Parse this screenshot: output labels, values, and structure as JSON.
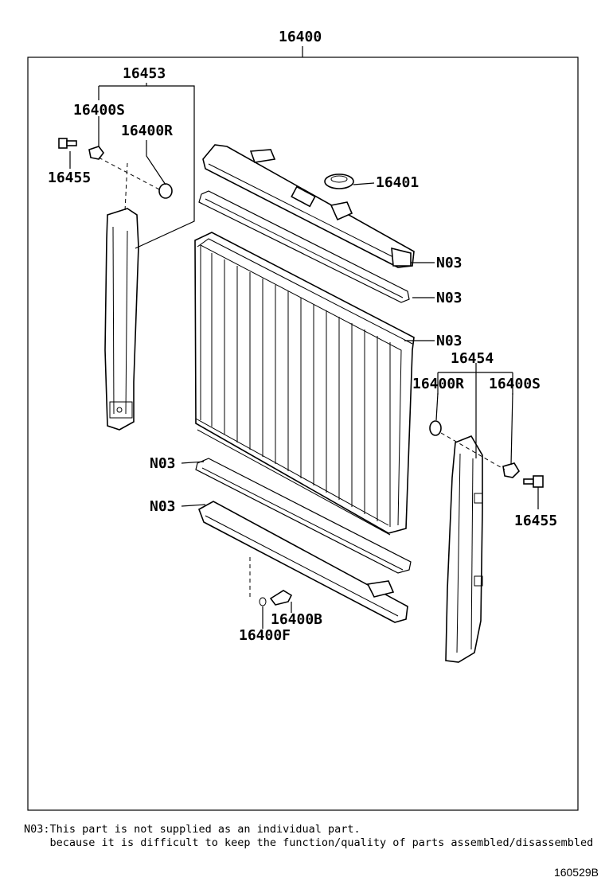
{
  "callouts": {
    "assembly": "16400",
    "left_bracket_set": "16453",
    "left_stopper": "16400S",
    "left_cushion": "16400R",
    "left_bolt": "16455",
    "cap": "16401",
    "n03_upper_tank": "N03",
    "n03_upper_gasket": "N03",
    "n03_core": "N03",
    "right_bracket_set": "16454",
    "right_cushion": "16400R",
    "right_stopper": "16400S",
    "right_bolt": "16455",
    "n03_lower_gasket": "N03",
    "n03_lower_tank": "N03",
    "drain_cock": "16400B",
    "drain_oring": "16400F"
  },
  "footnote": {
    "line1": "N03:This part is not supplied as an individual part.",
    "line2": "    because it is difficult to keep the function/quality of parts assembled/disassembled"
  },
  "figure_ref": "160529B"
}
